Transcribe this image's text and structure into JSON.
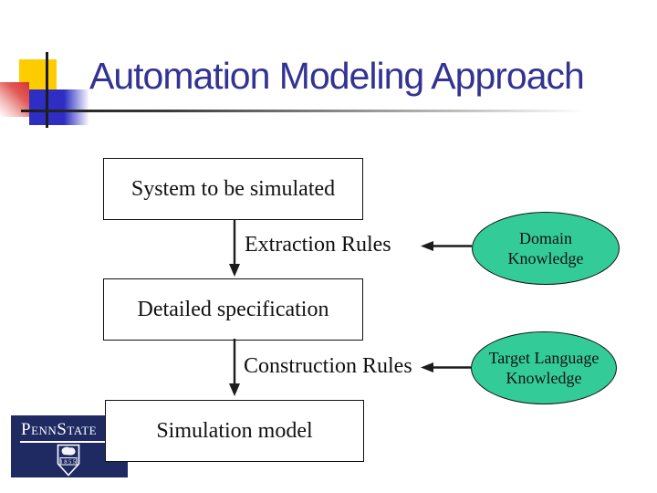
{
  "title": "Automation Modeling Approach",
  "flow": {
    "system_box": "System to be simulated",
    "extraction_rules": "Extraction Rules",
    "detailed_box": "Detailed specification",
    "construction_rules": "Construction Rules",
    "simulation_box": "Simulation model",
    "domain_knowledge": {
      "line1": "Domain",
      "line2": "Knowledge"
    },
    "target_knowledge": {
      "line1": "Target Language",
      "line2": "Knowledge"
    }
  },
  "connectors": [
    {
      "from": "system-box",
      "to": "detailed-box",
      "via": "extraction-rules",
      "direction": "down"
    },
    {
      "from": "detailed-box",
      "to": "simulation-box",
      "via": "construction-rules",
      "direction": "down"
    },
    {
      "from": "domain-knowledge-ellipse",
      "to": "extraction-rules",
      "direction": "left"
    },
    {
      "from": "target-knowledge-ellipse",
      "to": "construction-rules",
      "direction": "left"
    }
  ],
  "logo": {
    "wordmark": "PennState",
    "year": "1855",
    "shield_icon": "penn-state-shield"
  },
  "colors": {
    "title_blue": "#333393",
    "ellipse_green": "#33cc99",
    "logo_navy": "#1f2a63",
    "accent_yellow": "#ffcc00",
    "accent_blue": "#2e2ec4",
    "accent_red": "#d63332",
    "line_black": "#1c1c1c"
  }
}
